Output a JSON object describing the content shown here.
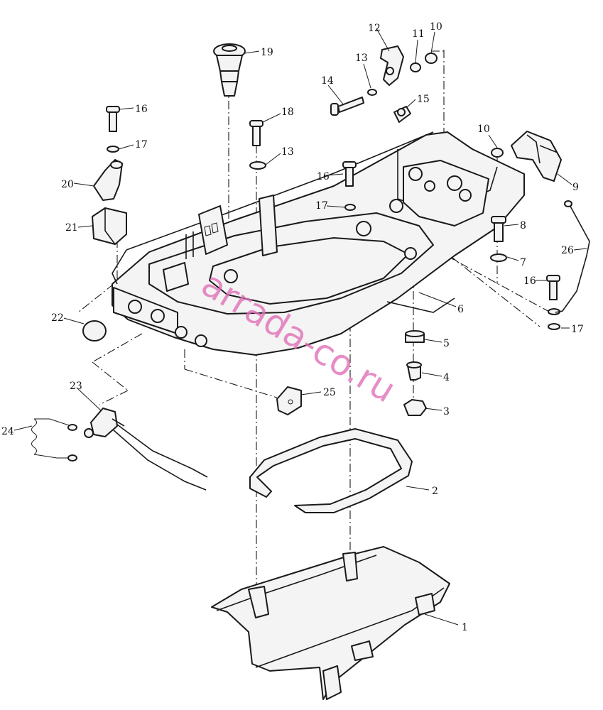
{
  "diagram": {
    "watermark": "arrada-co.ru",
    "callouts": [
      "1",
      "2",
      "3",
      "4",
      "5",
      "6",
      "7",
      "8",
      "9",
      "10",
      "10",
      "11",
      "12",
      "13",
      "13",
      "14",
      "15",
      "16",
      "16",
      "16",
      "17",
      "17",
      "17",
      "18",
      "19",
      "20",
      "21",
      "22",
      "23",
      "24",
      "25",
      "26"
    ],
    "colors": {
      "line": "#1a1a1a",
      "fill": "#f4f4f4",
      "watermark": "#e070b8"
    }
  }
}
